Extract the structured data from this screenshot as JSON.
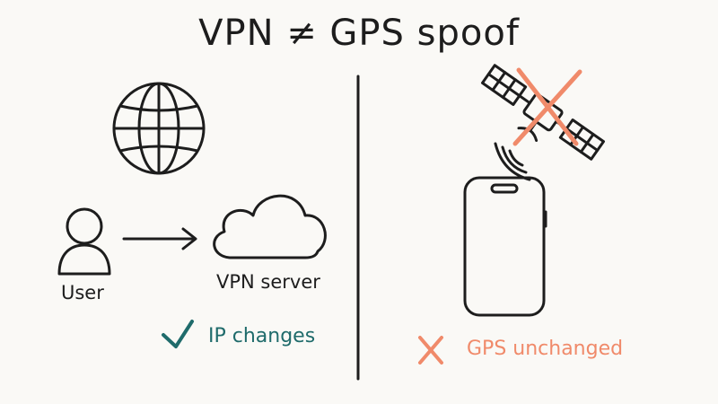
{
  "title": "VPN ≠ GPS spoof",
  "left_panel": {
    "user_label": "User",
    "server_label": "VPN server",
    "result_label": "IP changes",
    "result_icon": "check-icon",
    "result_color": "#1f6b6b"
  },
  "right_panel": {
    "result_label": "GPS unchanged",
    "result_icon": "cross-icon",
    "result_color": "#f08a6a"
  },
  "colors": {
    "ink": "#1d1d1d",
    "background": "#faf9f6",
    "check": "#1f6b6b",
    "cross": "#f08a6a"
  }
}
